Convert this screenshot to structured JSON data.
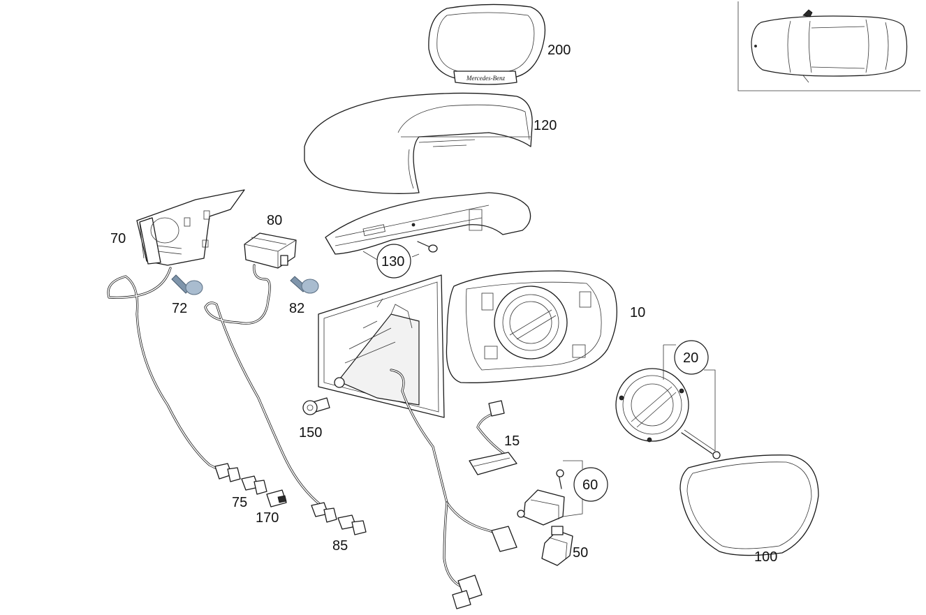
{
  "labels": {
    "p200": "200",
    "p120": "120",
    "p80": "80",
    "p70": "70",
    "p130": "130",
    "p72": "72",
    "p82": "82",
    "p10": "10",
    "p20": "20",
    "p150": "150",
    "p15": "15",
    "p60": "60",
    "p75": "75",
    "p170": "170",
    "p85": "85",
    "p50": "50",
    "p100": "100"
  },
  "logo_text": "Mercedes-Benz"
}
